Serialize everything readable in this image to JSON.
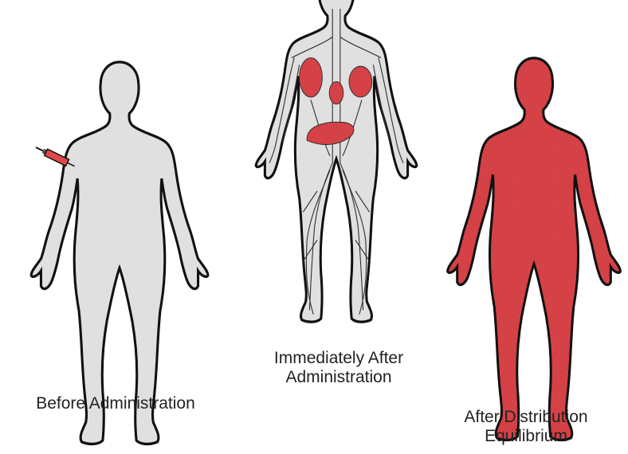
{
  "figures": [
    {
      "id": "before",
      "caption_lines": [
        "Before Administration"
      ]
    },
    {
      "id": "immediate",
      "caption_lines": [
        "Immediately After",
        "Administration"
      ]
    },
    {
      "id": "after",
      "caption_lines": [
        "After Distribution",
        "Equilibrium"
      ]
    }
  ],
  "colors": {
    "body_fill": "#e0e0e0",
    "outline": "#111111",
    "drug": "#e0474c",
    "drug_dot": "#a82a2e",
    "vessel": "#333333",
    "background": "#ffffff"
  },
  "icons": [
    "syringe-icon",
    "brain-region",
    "lung-left-region",
    "lung-right-region",
    "heart-region",
    "liver-region",
    "blood-vessels"
  ]
}
